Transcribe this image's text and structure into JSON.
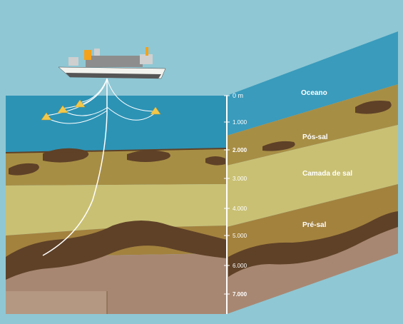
{
  "layers": {
    "ocean": "Oceano",
    "pos_sal": "Pós-sal",
    "salt": "Camada de sal",
    "pre_sal": "Pré-sal"
  },
  "depth_ticks": [
    "0 m",
    "1.000",
    "2.000",
    "3.000",
    "4.000",
    "5.000",
    "6.000",
    "7.000"
  ],
  "colors": {
    "sky": "#8fc7d4",
    "ocean_front": "#2c93b5",
    "ocean_right": "#3a9bbc",
    "pos_sal": "#a78e45",
    "salt": "#c9c074",
    "pre_sal": "#a3823e",
    "oil": "#5e4127",
    "deep": "#a88772",
    "seabed": "#8a6d3b"
  },
  "icons": [
    "ship-icon",
    "buoy-icon",
    "wellbore-line"
  ]
}
